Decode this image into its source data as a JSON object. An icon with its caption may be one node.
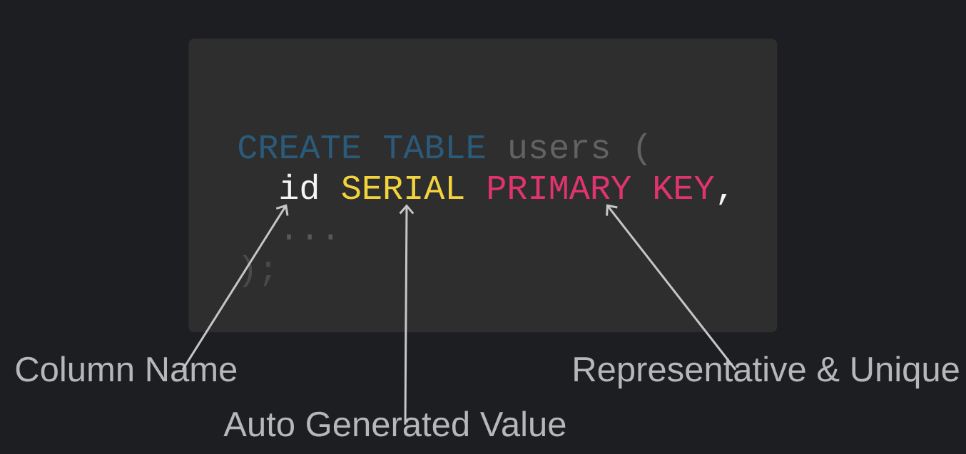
{
  "diagram": {
    "nodes": [
      {
        "text": [
          "CREATE TABLE",
          "users (",
          ",",
          "...",
          ");"
        ]
      },
      {
        "text": [
          "id"
        ],
        "in": 0
      },
      {
        "text": [
          "SERIAL"
        ],
        "in": 0
      },
      {
        "text": [
          "PRIMARY KEY"
        ],
        "in": 0
      },
      {
        "text": [
          "Column Name"
        ]
      },
      {
        "text": [
          "Auto Generated Value"
        ]
      },
      {
        "text": [
          "Representative & Unique"
        ]
      }
    ],
    "edges": [
      {
        "from": 4,
        "to": 1,
        "arrow": "to"
      },
      {
        "from": 5,
        "to": 2,
        "arrow": "to"
      },
      {
        "from": 6,
        "to": 3,
        "arrow": "to"
      }
    ]
  }
}
